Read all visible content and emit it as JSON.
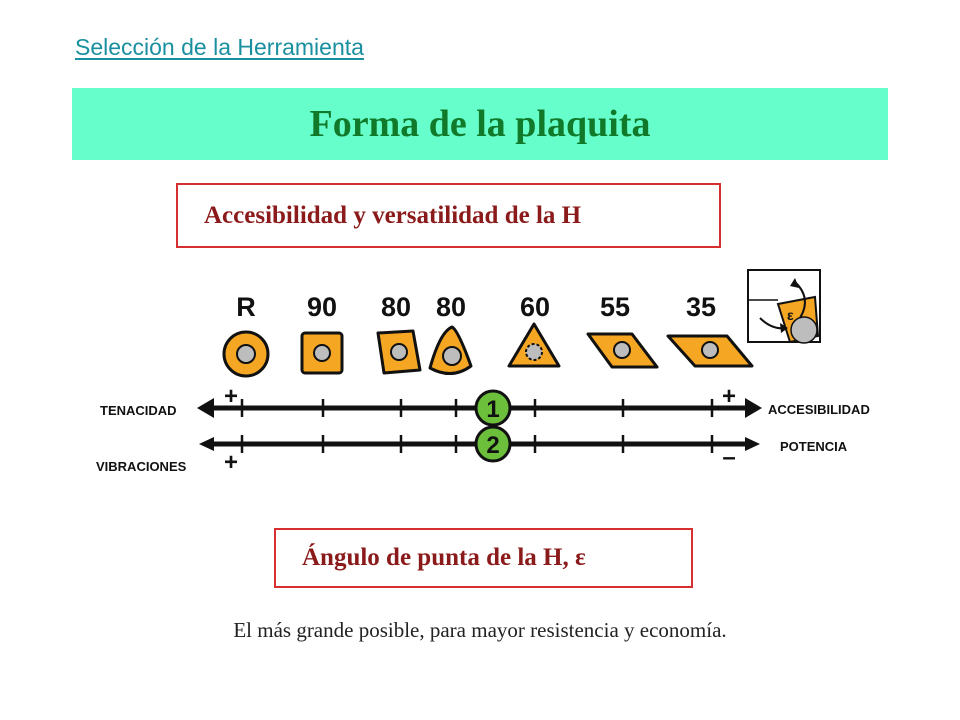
{
  "header": {
    "link_text": "Selección de la Herramienta"
  },
  "title": "Forma de la plaquita",
  "box_access": "Accesibilidad y versatilidad de la H",
  "shapes": {
    "labels": [
      "R",
      "90",
      "80",
      "80",
      "60",
      "55",
      "35"
    ]
  },
  "epsilon_symbol": "ε",
  "axis1": {
    "left_label": "TENACIDAD",
    "right_label": "ACCESIBILIDAD",
    "left_sign": "+",
    "right_sign": "+",
    "marker": "1"
  },
  "axis2": {
    "left_label": "VIBRACIONES",
    "right_label": "POTENCIA",
    "left_sign": "+",
    "right_sign": "–",
    "marker": "2"
  },
  "box_angle": "Ángulo de punta de la H, ε",
  "note": "El más grande posible, para mayor resistencia y economía.",
  "colors": {
    "insert": "#f5a623",
    "accent": "#66ffcc",
    "marker": "#6bbf3a",
    "box_border": "#d62f2f"
  }
}
